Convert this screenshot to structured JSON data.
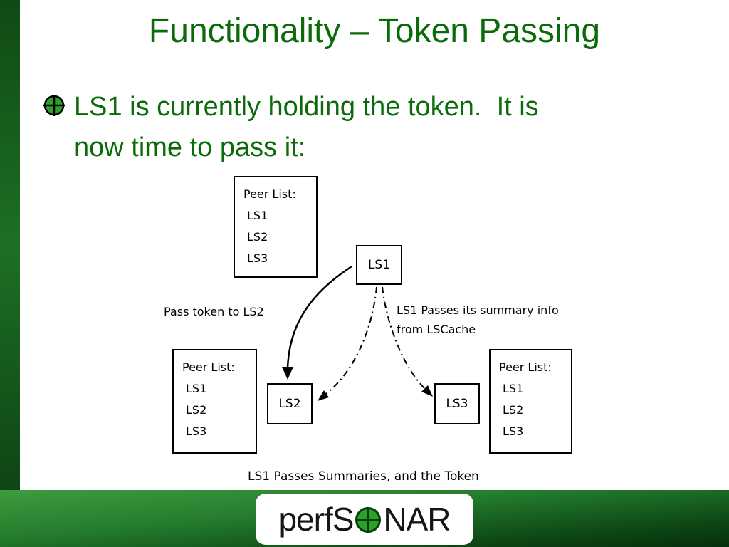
{
  "title": "Functionality – Token Passing",
  "bullet": {
    "line1": "LS1 is currently holding the token.  It is",
    "line2": "now time to pass it:",
    "icon": "target-bullet-icon"
  },
  "diagram": {
    "peer_lists": [
      {
        "title": "Peer List:",
        "items": [
          "LS1",
          "LS2",
          "LS3"
        ]
      },
      {
        "title": "Peer List:",
        "items": [
          "LS1",
          "LS2",
          "LS3"
        ]
      },
      {
        "title": "Peer List:",
        "items": [
          "LS1",
          "LS2",
          "LS3"
        ]
      }
    ],
    "nodes": [
      {
        "label": "LS1"
      },
      {
        "label": "LS2"
      },
      {
        "label": "LS3"
      }
    ],
    "labels": {
      "pass_token": "Pass token to LS2",
      "summary_info_line1": "LS1 Passes its summary info",
      "summary_info_line2": "from LSCache",
      "caption": "LS1 Passes Summaries, and the Token"
    },
    "arrows": [
      {
        "name": "solid-arrow-ls1-to-ls2",
        "style": "solid"
      },
      {
        "name": "dashdot-arrow-ls1-to-ls2",
        "style": "dash-dot"
      },
      {
        "name": "dashdot-arrow-ls1-to-ls3",
        "style": "dash-dot"
      }
    ]
  },
  "footer": {
    "logo_prefix": "perfS",
    "logo_suffix": "NAR",
    "logo_o_icon": "target-icon"
  },
  "colors": {
    "slide_green": "#0b6b0b",
    "diagram_black": "#000000",
    "bar_green": "#1e6f24",
    "banner_green_light": "#3f9b3f",
    "banner_green_dark": "#06300c",
    "logo_green": "#27a327"
  }
}
